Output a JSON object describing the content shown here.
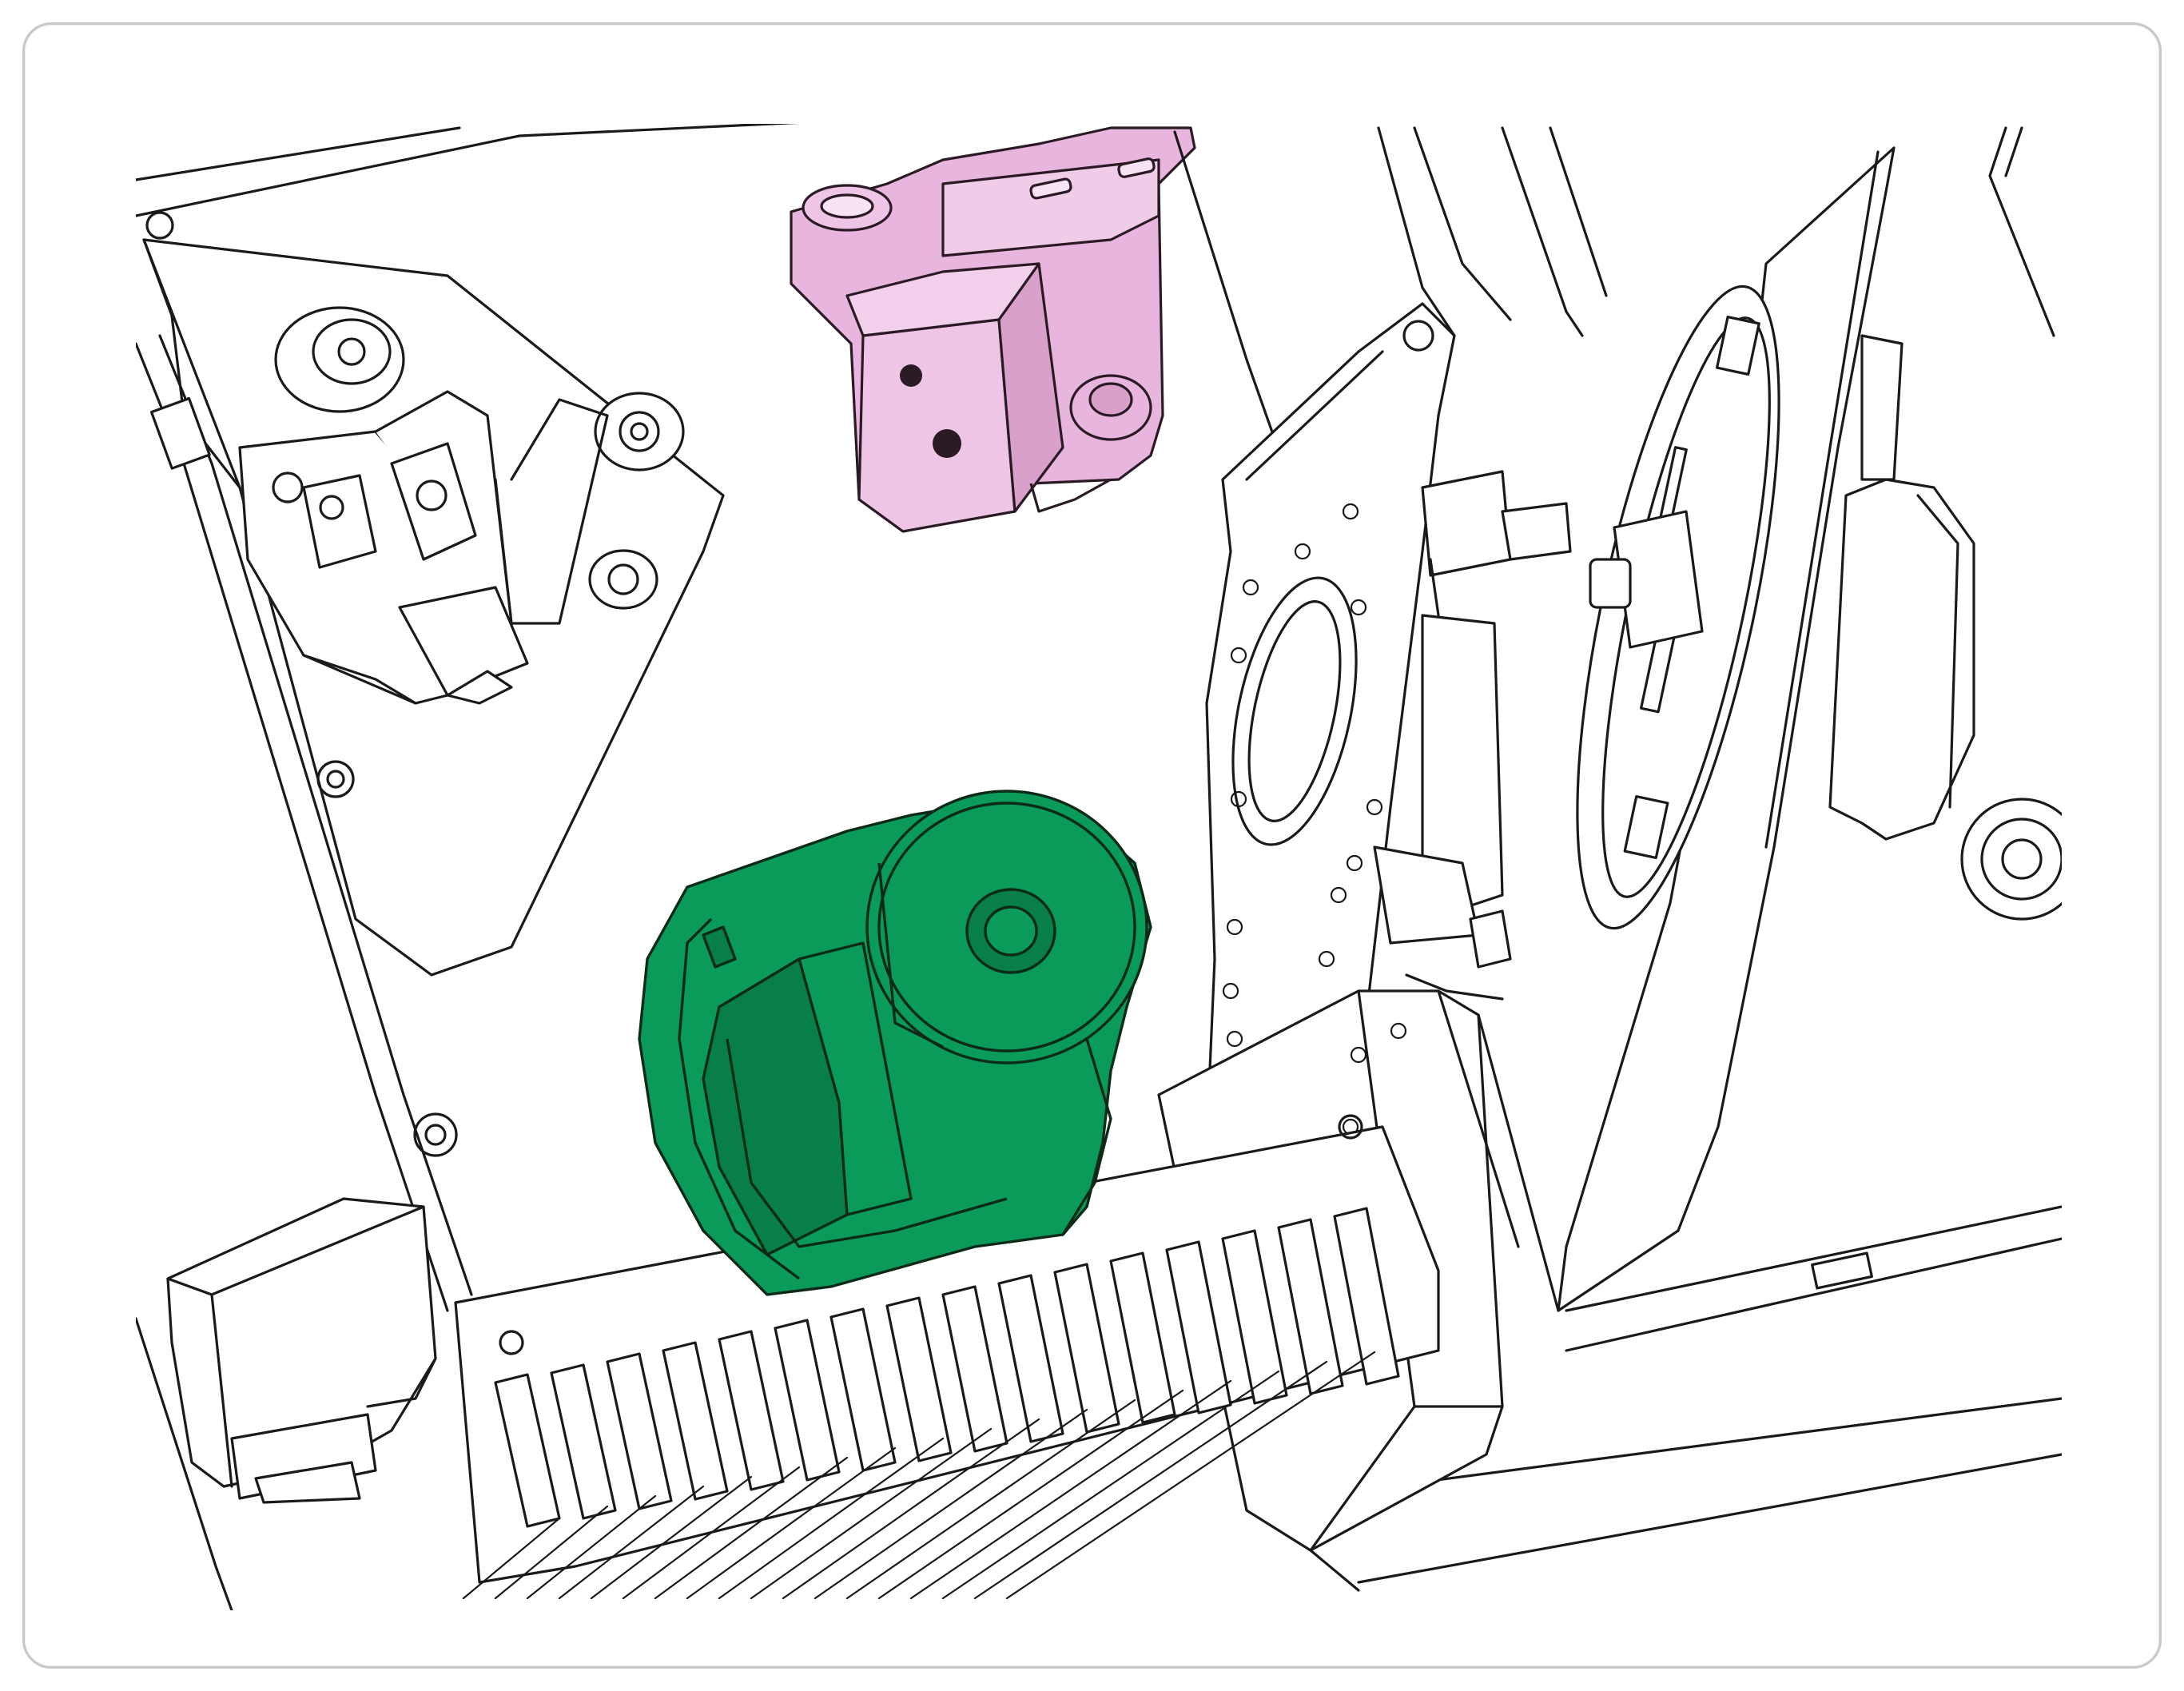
{
  "figure": {
    "description_free": true,
    "colors": {
      "highlight_primary": "#0a9a5a",
      "highlight_primary_shade": "#087e49",
      "highlight_secondary": "#e7b5dd",
      "line": "#1a1a1a",
      "frame_border": "#c8c8c8",
      "background": "#ffffff"
    },
    "highlighted_parts": [
      {
        "id": "part-green",
        "color_key": "highlight_primary"
      },
      {
        "id": "part-pink",
        "color_key": "highlight_secondary"
      }
    ]
  }
}
